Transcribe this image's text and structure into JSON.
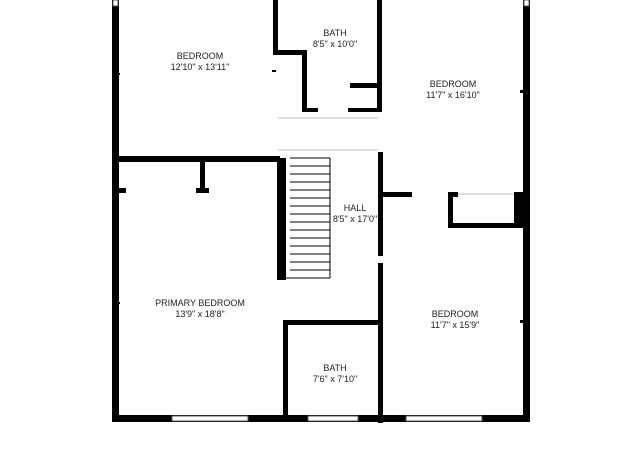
{
  "rooms": {
    "bedroom_top_left": {
      "name": "BEDROOM",
      "dims": "12'10\" x 13'11\""
    },
    "bath_top": {
      "name": "BATH",
      "dims": "8'5\" x 10'0\""
    },
    "bedroom_top_right": {
      "name": "BEDROOM",
      "dims": "11'7\" x 16'10\""
    },
    "hall": {
      "name": "HALL",
      "dims": "8'5\" x 17'0\""
    },
    "primary_bedroom": {
      "name": "PRIMARY BEDROOM",
      "dims": "13'9\" x 18'8\""
    },
    "bath_bottom": {
      "name": "BATH",
      "dims": "7'6\" x 7'10\""
    },
    "bedroom_bottom_right": {
      "name": "BEDROOM",
      "dims": "11'7\" x 15'9\""
    }
  },
  "colors": {
    "wall": "#000000",
    "window": "#bbbbbb",
    "background": "#ffffff"
  }
}
